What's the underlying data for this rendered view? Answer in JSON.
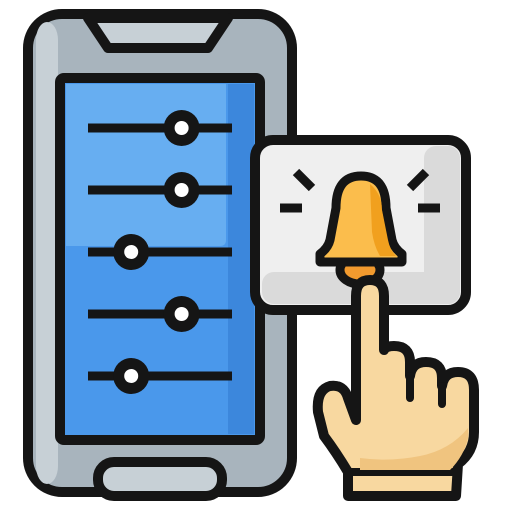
{
  "illustration": {
    "subject": "smartphone-settings-and-notification-bell",
    "icons": [
      "smartphone-icon",
      "slider-icon",
      "bell-icon",
      "notification-card-icon",
      "pointing-hand-icon"
    ]
  },
  "sliders": {
    "levels": [
      0.65,
      0.65,
      0.3,
      0.65,
      0.3
    ]
  },
  "colors": {
    "outline": "#151515",
    "phone_body": "#a8b4bd",
    "phone_body_light": "#c7d0d6",
    "screen_blue": "#4a98eb",
    "screen_blue_light": "#67aef1",
    "screen_blue_shade": "#3c87dc",
    "knob_fill": "#ffffff",
    "card_fill": "#efefef",
    "card_shade": "#dadada",
    "bell_fill": "#fbbd4c",
    "bell_shade": "#f1a01e",
    "clapper_fill": "#f29a2e",
    "hand_fill": "#f8d8a0",
    "hand_shade": "#f0c47f"
  }
}
